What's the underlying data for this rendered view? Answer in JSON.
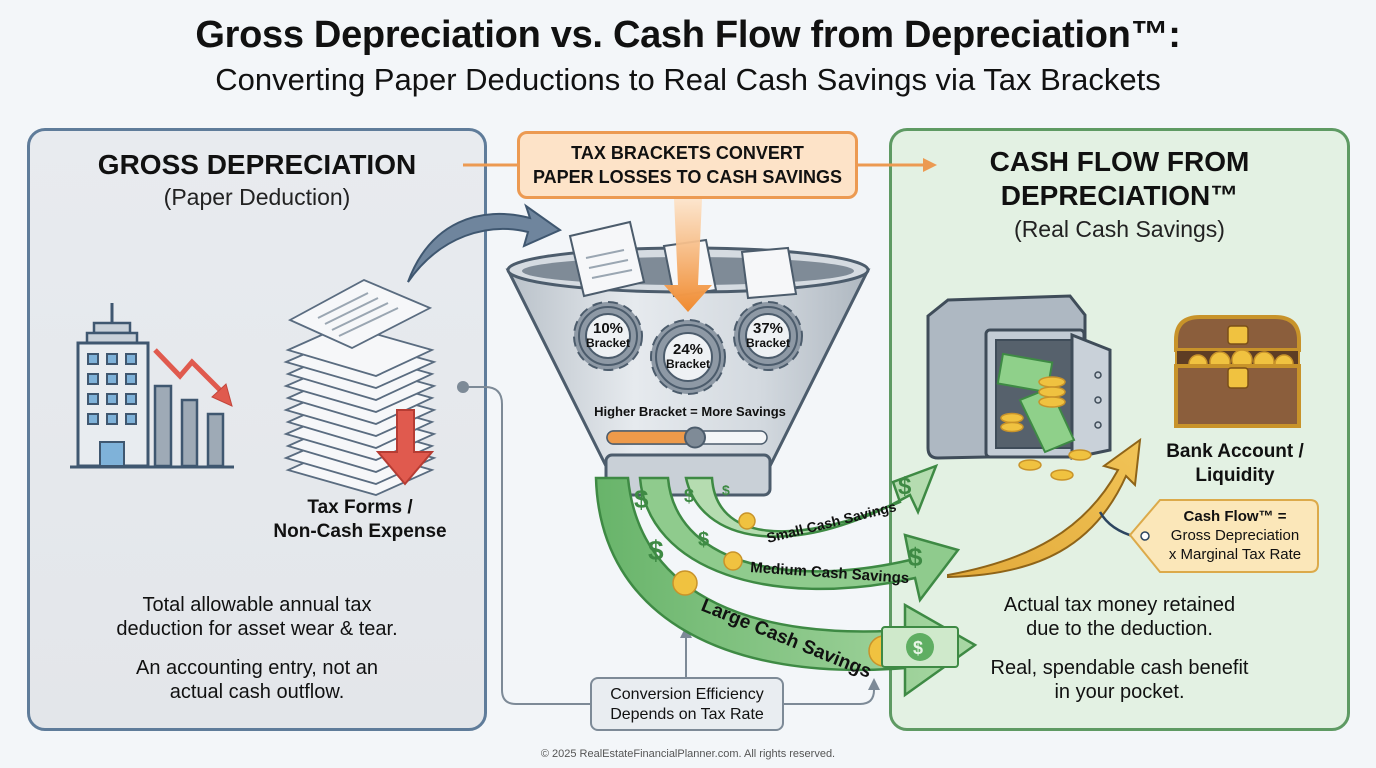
{
  "header": {
    "title": "Gross Depreciation vs. Cash Flow from Depreciation™:",
    "subtitle": "Converting Paper Deductions to Real Cash Savings via Tax Brackets"
  },
  "left_panel": {
    "title": "GROSS DEPRECIATION",
    "subtitle": "(Paper Deduction)",
    "icons": [
      "office-building-icon",
      "declining-bar-chart-icon",
      "paper-stack-icon",
      "red-down-arrow-icon"
    ],
    "paper_label_line1": "Tax Forms /",
    "paper_label_line2": "Non-Cash Expense",
    "body_1_line1": "Total allowable annual tax",
    "body_1_line2": "deduction for asset wear & tear.",
    "body_2_line1": "An accounting entry, not an",
    "body_2_line2": "actual cash outflow."
  },
  "center": {
    "callout_line1": "TAX BRACKETS CONVERT",
    "callout_line2": "PAPER LOSSES TO CASH SAVINGS",
    "brackets": [
      {
        "pct": "10%",
        "label": "Bracket"
      },
      {
        "pct": "24%",
        "label": "Bracket"
      },
      {
        "pct": "37%",
        "label": "Bracket"
      }
    ],
    "slider_label": "Higher Bracket = More Savings",
    "slider_value_fraction": 0.55,
    "streams": [
      {
        "label": "Small Cash Savings"
      },
      {
        "label": "Medium Cash Savings"
      },
      {
        "label": "Large Cash Savings"
      }
    ],
    "efficiency_line1": "Conversion Efficiency",
    "efficiency_line2": "Depends on Tax Rate"
  },
  "right_panel": {
    "title_line1": "CASH FLOW FROM",
    "title_line2": "DEPRECIATION™",
    "subtitle": "(Real Cash Savings)",
    "icons": [
      "open-safe-icon",
      "treasure-chest-icon",
      "gold-arrow-icon"
    ],
    "chest_label_line1": "Bank Account /",
    "chest_label_line2": "Liquidity",
    "formula_title": "Cash Flow™ =",
    "formula_line1": "Gross Depreciation",
    "formula_line2": "x Marginal Tax Rate",
    "body_1_line1": "Actual tax money retained",
    "body_1_line2": "due to the deduction.",
    "body_2_line1": "Real, spendable cash benefit",
    "body_2_line2": "in your pocket."
  },
  "colors": {
    "left_border": "#5f7c9a",
    "right_border": "#5e9a63",
    "accent_orange": "#ec9a52",
    "cash_green": "#5fae62",
    "gold": "#e8b23c",
    "loss_red": "#e05a4e"
  },
  "footer": "© 2025 RealEstateFinancialPlanner.com. All rights reserved."
}
